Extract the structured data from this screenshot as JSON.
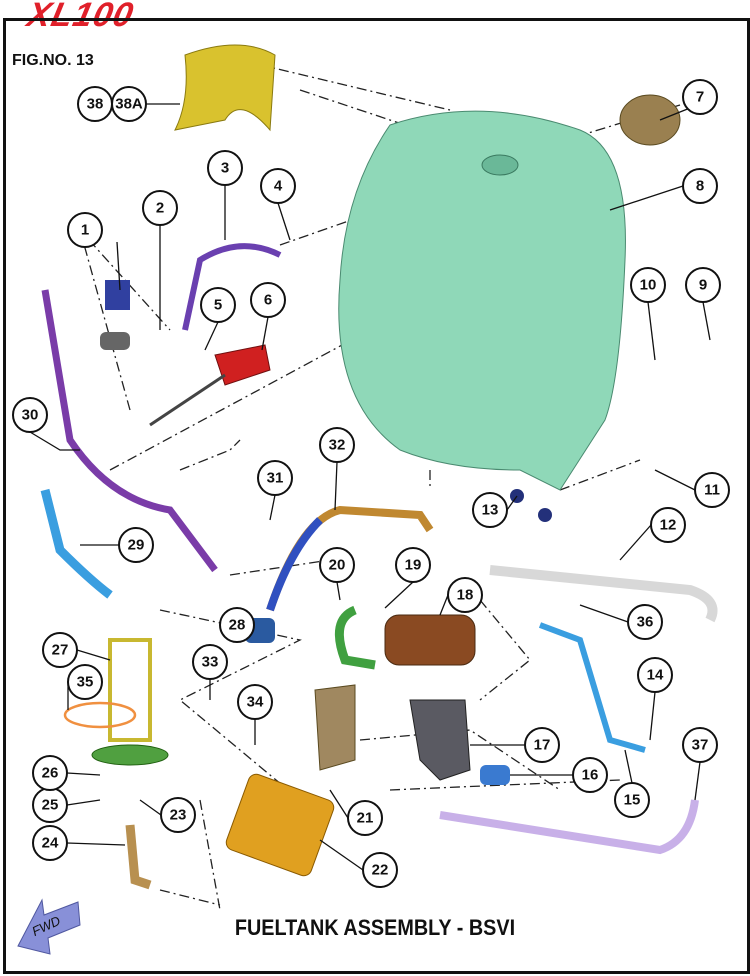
{
  "logo": "XL100",
  "figure_label": "FIG.NO. 13",
  "title": "FUELTANK ASSEMBLY  -  BSVI",
  "fwd_label": "FWD",
  "callouts": [
    "1",
    "2",
    "3",
    "4",
    "5",
    "6",
    "7",
    "8",
    "9",
    "10",
    "11",
    "12",
    "13",
    "14",
    "15",
    "16",
    "17",
    "18",
    "19",
    "20",
    "21",
    "22",
    "23",
    "24",
    "25",
    "26",
    "27",
    "28",
    "29",
    "30",
    "31",
    "32",
    "33",
    "34",
    "35",
    "36",
    "37",
    "38",
    "38A"
  ],
  "colors": {
    "tank": "#8fd8b8",
    "cover": "#d9c22e",
    "hose_purple": "#7a3ca8",
    "hose_blue": "#3a9ee0",
    "canister": "#8a4a22",
    "pump": "#e0a020",
    "accent": "#e0202a"
  }
}
